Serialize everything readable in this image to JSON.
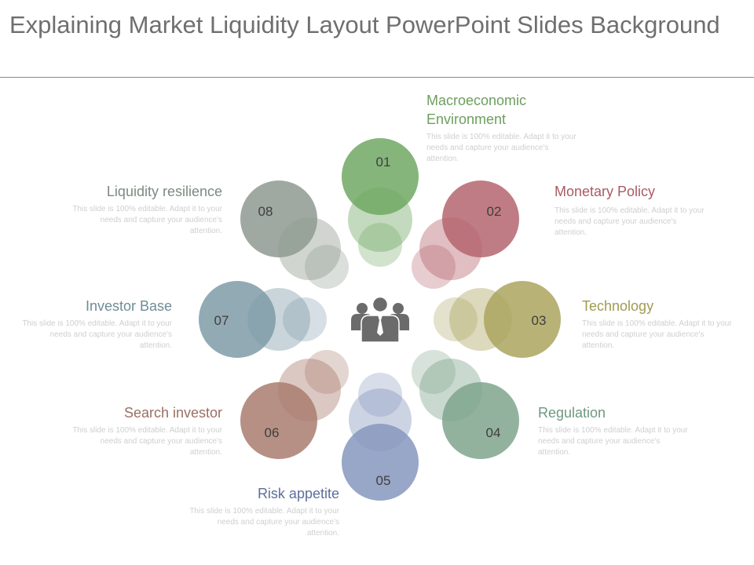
{
  "slide": {
    "title": "Explaining Market Liquidity Layout PowerPoint Slides Background"
  },
  "center_icon": "business-people-group-icon",
  "items": [
    {
      "number": "01",
      "label": "Macroeconomic\nEnvironment",
      "color": "#70a863",
      "description": "This slide is 100% editable. Adapt it to your needs and capture your audience's attention."
    },
    {
      "number": "02",
      "label": "Monetary Policy",
      "color": "#b5656e",
      "description": "This slide is 100% editable. Adapt it to your needs and capture your audience's attention."
    },
    {
      "number": "03",
      "label": "Technology",
      "color": "#aca45f",
      "description": "This slide is 100% editable. Adapt it to your needs and capture your audience's attention."
    },
    {
      "number": "04",
      "label": "Regulation",
      "color": "#7fa58d",
      "description": "This slide is 100% editable. Adapt it to your needs and capture your audience's attention."
    },
    {
      "number": "05",
      "label": "Risk appetite",
      "color": "#8696bd",
      "description": "This slide is 100% editable. Adapt it to your needs and capture your audience's attention."
    },
    {
      "number": "06",
      "label": "Search investor",
      "color": "#a97c6e",
      "description": "This slide is 100% editable. Adapt it to your needs and capture your audience's attention."
    },
    {
      "number": "07",
      "label": "Investor Base",
      "color": "#7f9ba7",
      "description": "This slide is 100% editable. Adapt it to your needs and capture your audience's attention."
    },
    {
      "number": "08",
      "label": "Liquidity resilience",
      "color": "#8e9a90",
      "description": "This slide is 100% editable. Adapt it to your needs and capture your audience's attention."
    }
  ]
}
